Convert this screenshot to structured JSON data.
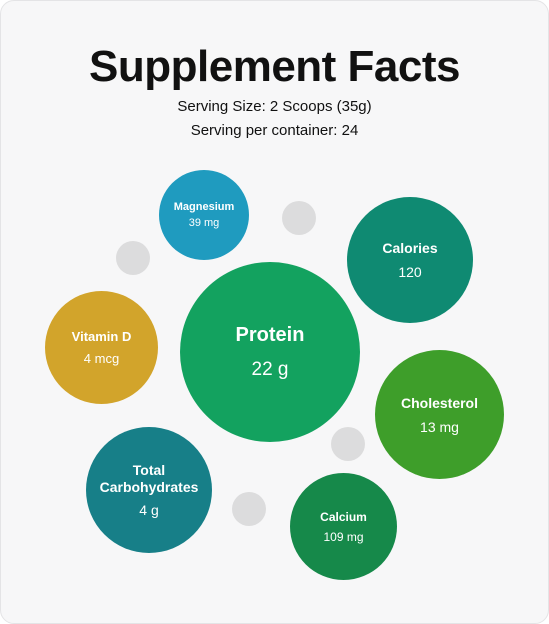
{
  "title": "Supplement Facts",
  "serving_size": "Serving Size: 2 Scoops (35g)",
  "servings_per_container": "Serving per container: 24",
  "nutrients": {
    "protein": {
      "label": "Protein",
      "value": "22 g",
      "color": "#13a25f"
    },
    "magnesium": {
      "label": "Magnesium",
      "value": "39 mg",
      "color": "#1f9bbf"
    },
    "calories": {
      "label": "Calories",
      "value": "120",
      "color": "#0f8a72"
    },
    "vitamin_d": {
      "label": "Vitamin D",
      "value": "4 mcg",
      "color": "#d2a42b"
    },
    "cholesterol": {
      "label": "Cholesterol",
      "value": "13 mg",
      "color": "#3e9e2a"
    },
    "carbohydrates": {
      "label": "Total Carbohydrates",
      "value": "4 g",
      "color": "#177f88"
    },
    "calcium": {
      "label": "Calcium",
      "value": "109 mg",
      "color": "#16894a"
    }
  }
}
